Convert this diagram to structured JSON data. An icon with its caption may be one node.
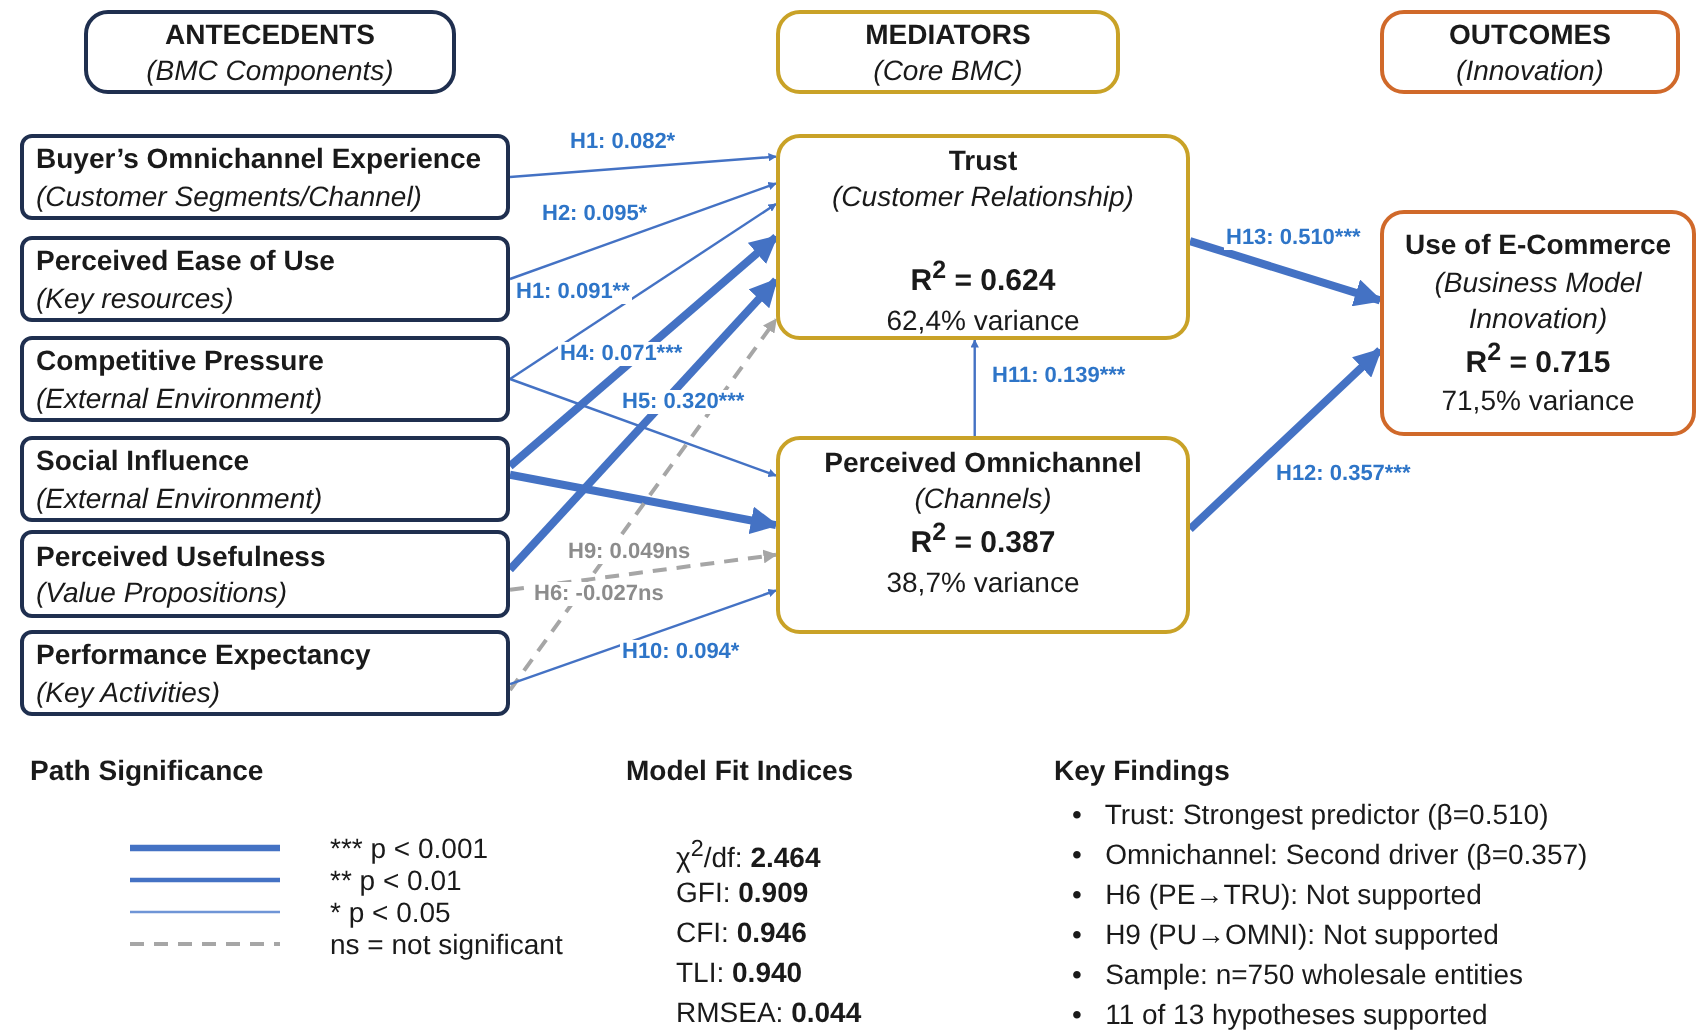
{
  "diagram": {
    "nodes": [
      {
        "text": [
          "ANTECEDENTS",
          "(BMC Components)"
        ]
      },
      {
        "text": [
          "MEDIATORS",
          "(Core BMC)"
        ]
      },
      {
        "text": [
          "OUTCOMES",
          "(Innovation)"
        ]
      },
      {
        "text": [
          "Buyer’s Omnichannel Experience",
          "(Customer Segments/Channel)"
        ]
      },
      {
        "text": [
          "Perceived Ease of Use",
          "(Key resources)"
        ]
      },
      {
        "text": [
          "Competitive Pressure",
          "(External Environment)"
        ]
      },
      {
        "text": [
          "Social Influence",
          "(External Environment)"
        ]
      },
      {
        "text": [
          "Perceived Usefulness",
          "(Value Propositions)"
        ]
      },
      {
        "text": [
          "Performance Expectancy",
          "(Key Activities)"
        ]
      },
      {
        "text": [
          "Trust",
          "(Customer Relationship)",
          "R$^{2}$ = 0.624",
          "62,4% variance"
        ]
      },
      {
        "text": [
          "Perceived Omnichannel",
          "(Channels)",
          "R$^{2}$ = 0.387",
          "38,7% variance"
        ]
      },
      {
        "text": [
          "Use of E-Commerce",
          "(Business Model Innovation)",
          "R$^{2}$ = 0.715",
          "71,5% variance"
        ]
      }
    ],
    "edges": [
      {
        "from": 3,
        "to": 9,
        "arrow": "to",
        "label": "H1: 0.082*"
      },
      {
        "from": 4,
        "to": 9,
        "arrow": "to",
        "label": "H2: 0.095*"
      },
      {
        "from": 5,
        "to": 9,
        "arrow": "to",
        "label": "H1: 0.091**"
      },
      {
        "from": 6,
        "to": 9,
        "arrow": "to",
        "label": "H4: 0.071***",
        "style": "thick"
      },
      {
        "from": 7,
        "to": 9,
        "arrow": "to",
        "label": "H5: 0.320***",
        "style": "thick"
      },
      {
        "from": 5,
        "to": 10,
        "arrow": "to"
      },
      {
        "from": 6,
        "to": 10,
        "arrow": "to",
        "style": "thick"
      },
      {
        "from": 7,
        "to": 10,
        "arrow": "to",
        "label": "H9: 0.049ns",
        "style": "dashed",
        "color": "#a6a6a6"
      },
      {
        "from": 8,
        "to": 9,
        "arrow": "to",
        "label": "H6: -0.027ns",
        "style": "dashed",
        "color": "#a6a6a6"
      },
      {
        "from": 8,
        "to": 10,
        "arrow": "to",
        "label": "H10: 0.094*"
      },
      {
        "from": 10,
        "to": 9,
        "arrow": "to",
        "label": "H11: 0.139***"
      },
      {
        "from": 9,
        "to": 11,
        "arrow": "to",
        "label": "H13: 0.510***",
        "style": "thick"
      },
      {
        "from": 10,
        "to": 11,
        "arrow": "to",
        "label": "H12: 0.357***",
        "style": "thick"
      }
    ],
    "labels": [
      "Path Significance",
      "Model Fit Indices",
      "Key Findings",
      "χ$^{2}$/df: **2.464**",
      "GFI: **0.909**",
      "CFI: **0.946**",
      "TLI: **0.940**",
      "RMSEA: **0.044**",
      "•   Trust: Strongest predictor (β=0.510)",
      "•   Omnichannel: Second driver (β=0.357)",
      "•   H6 (PE→TRU): Not supported",
      "•   H9 (PU→OMNI): Not supported",
      "•   Sample: n=750 wholesale entities",
      "•   11 of 13 hypotheses supported"
    ],
    "legend": [
      {
        "text": "*** p < 0.001"
      },
      {
        "text": "** p < 0.01"
      },
      {
        "text": "* p < 0.05"
      },
      {
        "text": "ns = not significant"
      }
    ]
  }
}
